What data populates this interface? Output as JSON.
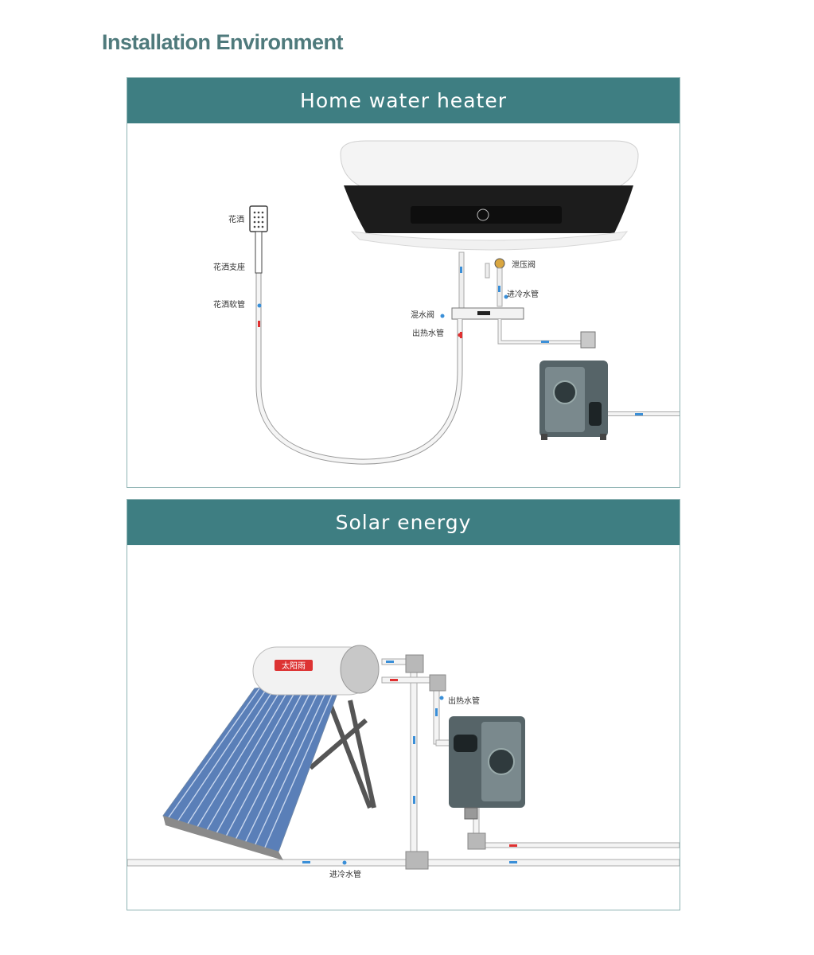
{
  "page": {
    "title": "Installation Environment"
  },
  "panels": {
    "home": {
      "title": "Home water heater",
      "labels": {
        "shower_head": "花洒",
        "shower_holder": "花洒支座",
        "shower_hose": "花洒软管",
        "pressure_valve": "泄压阀",
        "cold_inlet": "进冷水管",
        "mixing_valve": "混水阀",
        "hot_outlet": "出热水管"
      }
    },
    "solar": {
      "title": "Solar energy",
      "labels": {
        "hot_outlet": "出热水管",
        "cold_inlet": "进冷水管"
      },
      "heater_brand": "太阳雨"
    }
  },
  "colors": {
    "accent": "#3e7e82",
    "title": "#4f7a7c",
    "hot_arrow": "#e03030",
    "cold_arrow": "#3a8fd8"
  }
}
